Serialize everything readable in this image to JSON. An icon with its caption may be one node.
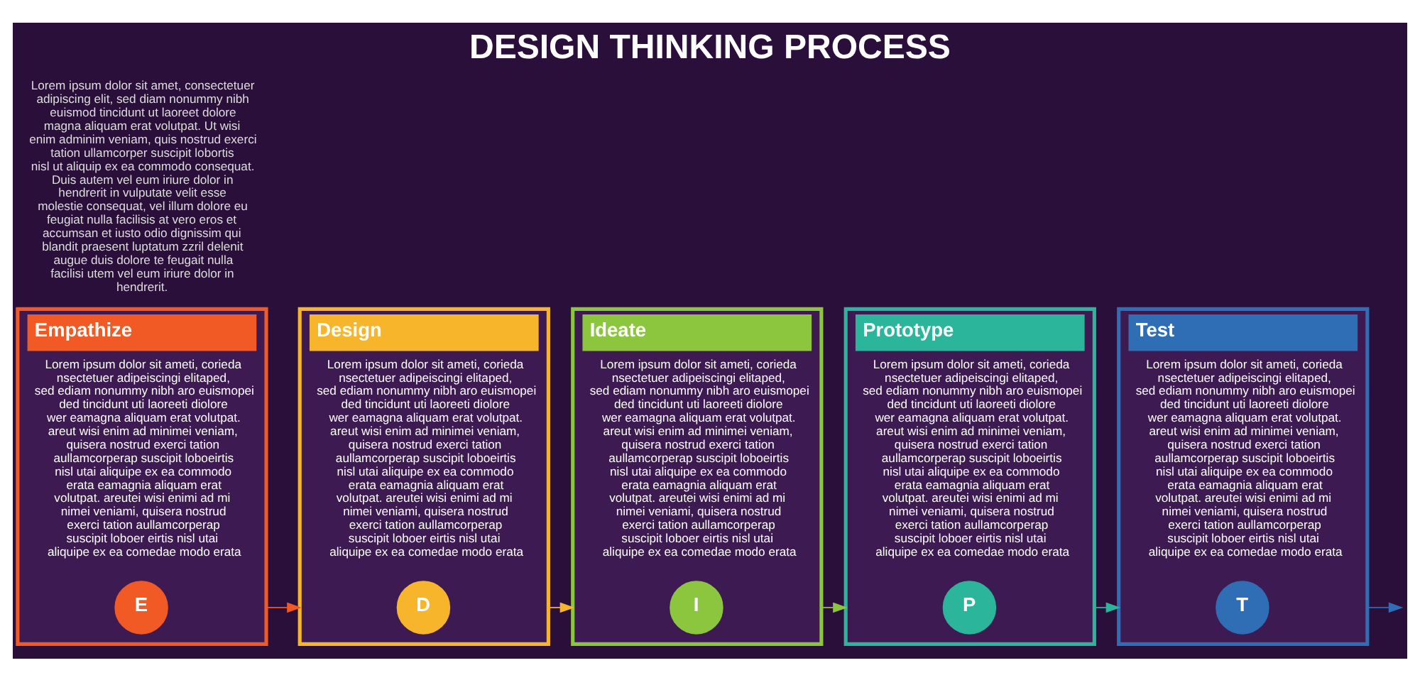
{
  "diagram": {
    "title": "DESIGN THINKING PROCESS",
    "nodes": [
      {
        "text": [
          "Empathize",
          "Lorem ipsum dolor sit ameti, corieda nsectetuer adipeiscingi elitaped, sed ediam nonummy nibh aro euismopei ded tincidunt uti laoreeti diolore wer eamagna aliquam erat volutpat. areut wisi enim ad minimei veniam, quisera nostrud exerci tation aullamcorperap suscipit loboeirtis nisl utai aliquipe ex ea commodo erata eamagnia aliquam erat volutpat. areutei wisi enimi ad mi nimei veniami, quisera nostrud exerci tation aullamcorperap suscipit loboer eirtis nisl utai aliquipe ex ea comedae modo erata"
        ]
      },
      {
        "text": [
          "E"
        ],
        "in": 0
      },
      {
        "text": [
          "Design",
          "Lorem ipsum dolor sit ameti, corieda nsectetuer adipeiscingi elitaped, sed ediam nonummy nibh aro euismopei ded tincidunt uti laoreeti diolore wer eamagna aliquam erat volutpat. areut wisi enim ad minimei veniam, quisera nostrud exerci tation aullamcorperap suscipit loboeirtis nisl utai aliquipe ex ea commodo erata eamagnia aliquam erat volutpat. areutei wisi enimi ad mi nimei veniami, quisera nostrud exerci tation aullamcorperap suscipit loboer eirtis nisl utai aliquipe ex ea comedae modo erata"
        ]
      },
      {
        "text": [
          "D"
        ],
        "in": 2
      },
      {
        "text": [
          "Ideate",
          "Lorem ipsum dolor sit ameti, corieda nsectetuer adipeiscingi elitaped, sed ediam nonummy nibh aro euismopei ded tincidunt uti laoreeti diolore wer eamagna aliquam erat volutpat. areut wisi enim ad minimei veniam, quisera nostrud exerci tation aullamcorperap suscipit loboeirtis nisl utai aliquipe ex ea commodo erata eamagnia aliquam erat volutpat. areutei wisi enimi ad mi nimei veniami, quisera nostrud exerci tation aullamcorperap suscipit loboer eirtis nisl utai aliquipe ex ea comedae modo erata"
        ]
      },
      {
        "text": [
          "I"
        ],
        "in": 4
      },
      {
        "text": [
          "Prototype",
          "Lorem ipsum dolor sit ameti, corieda nsectetuer adipeiscingi elitaped, sed ediam nonummy nibh aro euismopei ded tincidunt uti laoreeti diolore wer eamagna aliquam erat volutpat. areut wisi enim ad minimei veniam, quisera nostrud exerci tation aullamcorperap suscipit loboeirtis nisl utai aliquipe ex ea commodo erata eamagnia aliquam erat volutpat. areutei wisi enimi ad mi nimei veniami, quisera nostrud exerci tation aullamcorperap suscipit loboer eirtis nisl utai aliquipe ex ea comedae modo erata"
        ]
      },
      {
        "text": [
          "P"
        ],
        "in": 6
      },
      {
        "text": [
          "Test",
          "Lorem ipsum dolor sit ameti, corieda nsectetuer adipeiscingi elitaped, sed ediam nonummy nibh aro euismopei ded tincidunt uti laoreeti diolore wer eamagna aliquam erat volutpat. areut wisi enim ad minimei veniam, quisera nostrud exerci tation aullamcorperap suscipit loboeirtis nisl utai aliquipe ex ea commodo erata eamagnia aliquam erat volutpat. areutei wisi enimi ad mi nimei veniami, quisera nostrud exerci tation aullamcorperap suscipit loboer eirtis nisl utai aliquipe ex ea comedae modo erata"
        ]
      },
      {
        "text": [
          "T"
        ],
        "in": 8
      }
    ],
    "edges": [
      {
        "from": 0,
        "to": 2,
        "arrow": "to",
        "color": "#f15a24"
      },
      {
        "from": 2,
        "to": 4,
        "arrow": "to",
        "color": "#f7b52c"
      },
      {
        "from": 4,
        "to": 6,
        "arrow": "to",
        "color": "#8cc63f"
      },
      {
        "from": 6,
        "to": 8,
        "arrow": "to",
        "color": "#2bb59a"
      },
      {
        "from": 8,
        "to": null,
        "arrow": "to",
        "color": "#2f6db5"
      }
    ],
    "labels": [
      "Lorem ipsum dolor sit amet, consectetuer adipiscing elit, sed diam nonummy nibh euismod tincidunt ut laoreet dolore magna aliquam erat volutpat. Ut wisi enim adminim veniam, quis nostrud exerci tation ullamcorper suscipit lobortis nisl ut aliquip ex ea commodo consequat. Duis autem vel eum iriure dolor in hendrerit in vulputate velit esse molestie consequat, vel illum dolore eu feugiat nulla facilisis at vero eros et accumsan et iusto odio dignissim qui blandit praesent luptatum zzril delenit augue duis dolore te feugait nulla facilisi utem vel eum iriure dolor in hendrerit."
    ]
  }
}
